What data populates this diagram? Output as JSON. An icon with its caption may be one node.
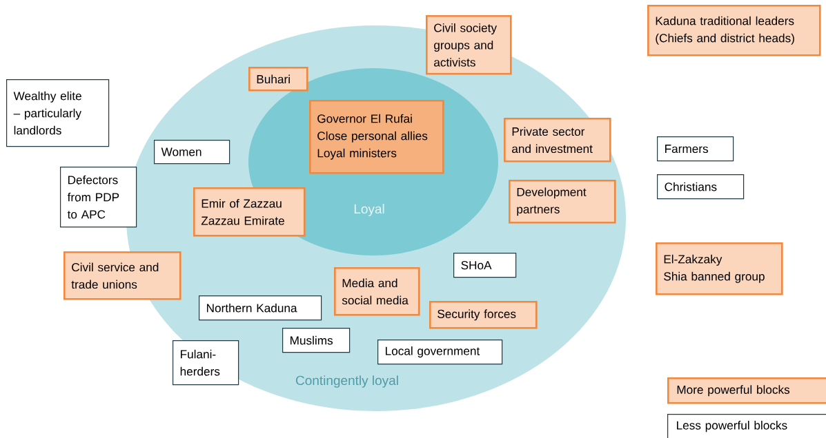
{
  "diagram": {
    "nodes": [
      {
        "text": [
          "Contingently loyal"
        ]
      },
      {
        "text": [
          "Loyal"
        ],
        "in": 0
      },
      {
        "text": [
          "Kaduna traditional leaders",
          "(Chiefs and district heads)"
        ]
      },
      {
        "text": [
          "Civil society groups and activists"
        ]
      },
      {
        "text": [
          "Buhari"
        ],
        "in": 0
      },
      {
        "text": [
          "Wealthy elite – particularly landlords"
        ]
      },
      {
        "text": [
          "Governor El Rufai",
          "Close personal allies",
          "Loyal ministers"
        ],
        "in": 1
      },
      {
        "text": [
          "Private sector and investment"
        ],
        "in": 0
      },
      {
        "text": [
          "Farmers"
        ]
      },
      {
        "text": [
          "Women"
        ],
        "in": 0
      },
      {
        "text": [
          "Defectors from PDP to APC"
        ]
      },
      {
        "text": [
          "Christians"
        ]
      },
      {
        "text": [
          "Development partners"
        ],
        "in": 0
      },
      {
        "text": [
          "Emir of Zazzau",
          "Zazzau Emirate"
        ],
        "in": 0
      },
      {
        "text": [
          "El-Zakzaky",
          "Shia banned group"
        ]
      },
      {
        "text": [
          "Civil service and trade unions"
        ]
      },
      {
        "text": [
          "SHoA"
        ],
        "in": 0
      },
      {
        "text": [
          "Media and social media"
        ],
        "in": 0
      },
      {
        "text": [
          "Northern Kaduna"
        ],
        "in": 0
      },
      {
        "text": [
          "Security forces"
        ],
        "in": 0
      },
      {
        "text": [
          "Muslims"
        ],
        "in": 0
      },
      {
        "text": [
          "Local government"
        ],
        "in": 0
      },
      {
        "text": [
          "Fulani-herders"
        ]
      }
    ],
    "legend": [
      {
        "text": "More powerful blocks",
        "color": "#fbd6bd"
      },
      {
        "text": "Less powerful blocks"
      }
    ]
  }
}
